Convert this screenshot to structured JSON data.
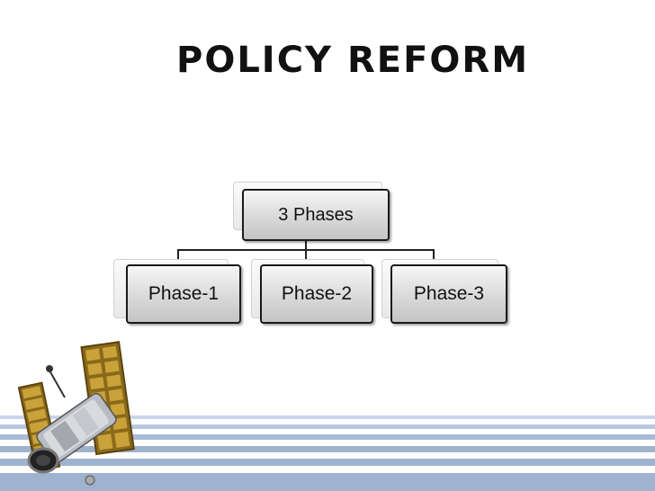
{
  "slide": {
    "title": "POLICY REFORM"
  },
  "diagram": {
    "root": "3 Phases",
    "children": [
      "Phase-1",
      "Phase-2",
      "Phase-3"
    ]
  },
  "colors": {
    "stripe_dark": "#9fb3cf",
    "stripe_light": "#c8d6e8",
    "node_border": "#1a1a1a"
  },
  "icons": [
    "satellite-icon"
  ]
}
